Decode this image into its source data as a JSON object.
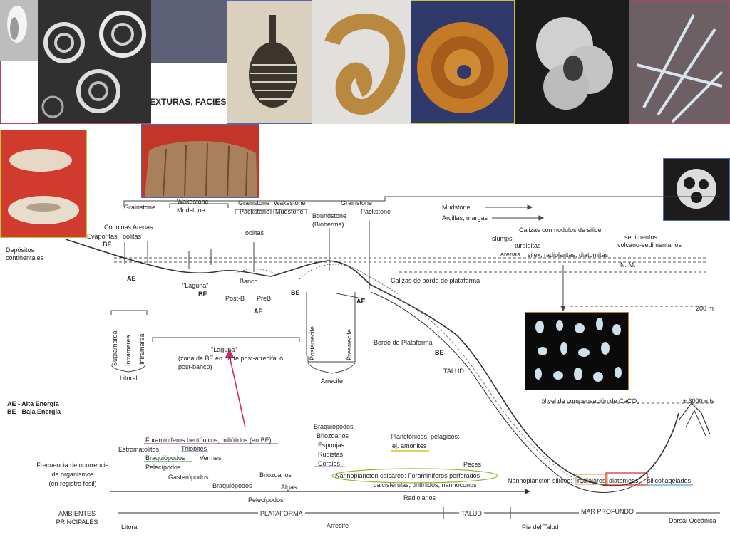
{
  "header": {
    "title_fragment": "EXTURAS, FACIES"
  },
  "legend": {
    "ae": "AE - Alta Energía",
    "be": "BE - Baja Energía"
  },
  "textures": {
    "grainstone_1": "Grainstone",
    "coquinas": "Coquinas",
    "arenas": "Arenas",
    "evaporitas": "Evaporitas",
    "oolitas_1": "oolitas",
    "wakestone_1": "Wakestone",
    "mudstone_1": "Mudstone",
    "grainstone_2": "Grainstone",
    "packstone_1": "Packstone",
    "wakestone_2": "Wakestone",
    "mudstone_2": "Mudstone",
    "oolitas_2": "oolitas",
    "boundstone": "Boundstone",
    "bioherma": "(Bioherma)",
    "grainstone_3": "Grainstone",
    "packstone_2": "Packstone",
    "mudstone_3": "Mudstone",
    "arcillas": "Arcillas, margas",
    "calizas_nodulos": "Calizas con nodulos de silice",
    "slumps": "slumps",
    "turbiditas": "turbiditas",
    "arenas_2": "arenas",
    "silex": "silex, radiolaritas, diatomitas",
    "sedimentos": "sedimentos",
    "volcano": "volcano-sedimentarios"
  },
  "profile": {
    "depositos": "Depósitos",
    "continentales": "continentales",
    "be_1": "BE",
    "ae_1": "AE",
    "laguna_1": "\"Laguna\"",
    "be_2": "BE",
    "banco": "Banco",
    "post_b": "Post-B",
    "pre_b": "PreB",
    "ae_2": "AE",
    "be_3": "BE",
    "ae_3": "AE",
    "nm": "N. M.",
    "calizas_borde": "Calizas de borde de plataforma",
    "depth_200": "200 m",
    "supramarea": "Supramarea",
    "intramarea": "Intramarea",
    "inframarea": "Inframarea",
    "litoral": "Litoral",
    "laguna_2": "\"Laguna\"",
    "laguna_desc_1": "(zona de BE en parte post-arrecifal ó",
    "laguna_desc_2": "post-banco)",
    "postarrecife": "Postarrecife",
    "prearrecife": "Prearrecife",
    "arrecife": "Arrecife",
    "borde_plataforma": "Borde de Plataforma",
    "be_4": "BE",
    "talud": "TALUD",
    "compensacion": "Nivel de compensación de CaCO",
    "compensacion_sub": "3",
    "depth_3000": "± 3000 mts"
  },
  "organisms": {
    "foraminiferos_bentonicos": "Foraminíferos bentónicos, miliólidos (en BE)",
    "estromatolitos": "Estromatolitos",
    "trilobites": "Trilobites",
    "braquiopodos_1": "Braquiópodos",
    "vermes": "Vermes",
    "pelecipodos_1": "Pelecípodos",
    "gasteropodos": "Gasterópodos",
    "braquiopodos_2": "Braquiópodos",
    "briozoarios_1": "Briozoarios",
    "algas": "Algas",
    "braquiopodos_3": "Braquiópodos",
    "briozoarios_2": "Briozoarios",
    "esponjas": "Esponjas",
    "rudistas": "Rudistas",
    "corales": "Corales",
    "planctonicos": "Planctónicos, pelágicos:",
    "amonites": "ej. amonites",
    "peces": "Peces",
    "nanno_calcareo": "Nannoplancton calcáreo: Foraminíferos perforados",
    "calcisferulas": "calcisférulas, tintínidos, nannoconus",
    "pelecipodos_2": "Pelecípodos",
    "radiolarios": "Radiolarios",
    "nanno_siliceo_label": "Nannoplancton silíceo:",
    "radiolaros": "radiolaros",
    "diatomeas": "diatomeas,",
    "silicoflagelados": "silicoflagelados",
    "frecuencia_1": "Frecuencia de ocurrencia",
    "frecuencia_2": "de organismos",
    "frecuencia_3": "(en registro fosil)"
  },
  "environments": {
    "title_1": "AMBIENTES",
    "title_2": "PRINCIPALES",
    "plataforma": "PLATAFORMA",
    "talud": "TALUD",
    "mar_profundo": "MAR PROFUNDO",
    "litoral": "Litoral",
    "arrecife": "Arrecife",
    "pie_talud": "Pie del Talud",
    "dorsal": "Dorsal Oceánica"
  }
}
